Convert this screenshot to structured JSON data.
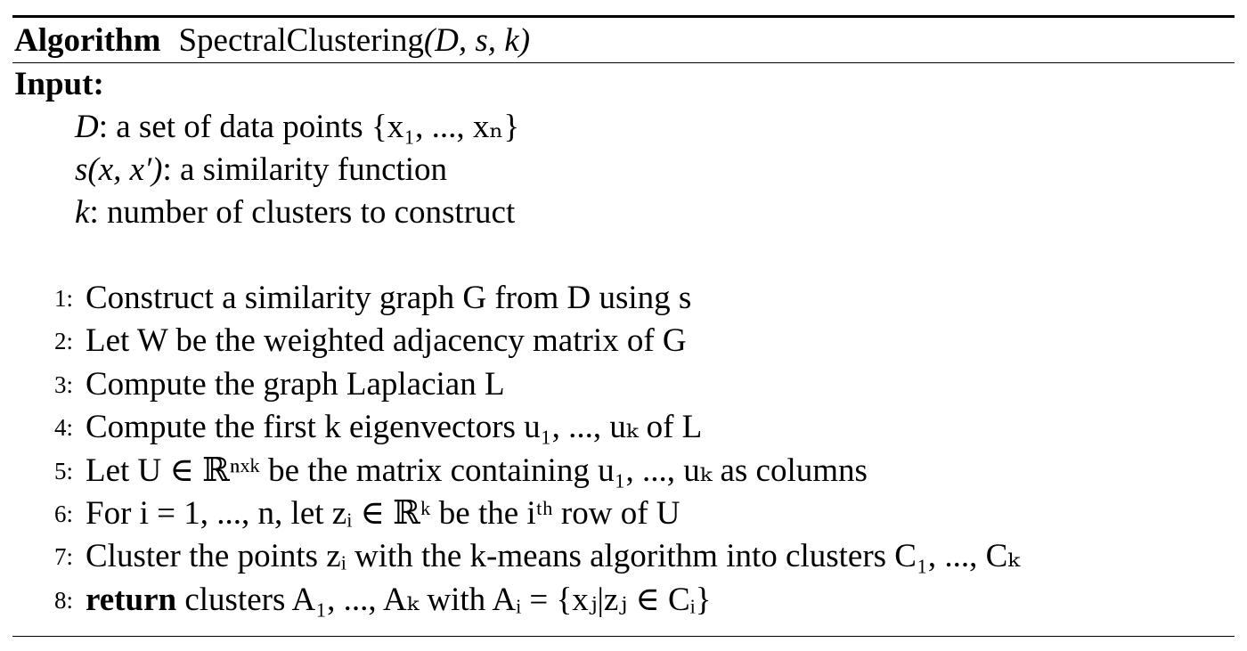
{
  "algorithm": {
    "keyword": "Algorithm",
    "name": "SpectralClustering",
    "params": "(D, s, k)"
  },
  "input": {
    "label": "Input:",
    "items": [
      {
        "var": "D",
        "text": ": a set of data points {x₁, ..., xₙ}"
      },
      {
        "var": "s(x, x′)",
        "text": ": a similarity function"
      },
      {
        "var": "k",
        "text": ": number of clusters to construct"
      }
    ]
  },
  "steps": [
    {
      "num": "1:",
      "text": "Construct a similarity graph G from D using s"
    },
    {
      "num": "2:",
      "text": "Let W be the weighted adjacency matrix of G"
    },
    {
      "num": "3:",
      "text": "Compute the graph Laplacian L"
    },
    {
      "num": "4:",
      "text": "Compute the first k eigenvectors u₁, ..., uₖ of L"
    },
    {
      "num": "5:",
      "text": "Let U ∈ ℝⁿˣᵏ be the matrix containing u₁, ..., uₖ as columns"
    },
    {
      "num": "6:",
      "text": "For i = 1, ..., n, let zᵢ ∈ ℝᵏ be the iᵗʰ row of U"
    },
    {
      "num": "7:",
      "text": "Cluster the points zᵢ with the k-means algorithm into clusters C₁, ..., Cₖ"
    },
    {
      "num": "8:",
      "keyword": "return",
      "text": "clusters A₁, ..., Aₖ with Aᵢ = {xⱼ|zⱼ ∈ Cᵢ}"
    }
  ]
}
